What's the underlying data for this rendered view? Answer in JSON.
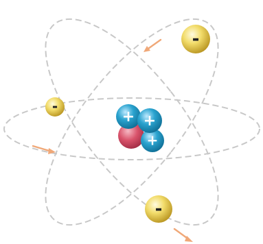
{
  "diagram": {
    "subject": "atom",
    "colors": {
      "background": "#ffffff",
      "orbit": "#c8c8c8",
      "arrow": "#f0a878",
      "electron": "#f2dc6a",
      "electron_highlight": "#fffbe0",
      "electron_shadow": "#b89420",
      "proton": "#2aa3cf",
      "proton_highlight": "#bfeaff",
      "proton_shadow": "#0e6d94",
      "neutron": "#d9536b",
      "neutron_highlight": "#f6b9c4",
      "neutron_shadow": "#a02c44"
    },
    "orbit_count": 3,
    "nucleus": {
      "protons": [
        {
          "sign": "+"
        },
        {
          "sign": "+"
        },
        {
          "sign": "+"
        }
      ],
      "neutrons": 1
    },
    "electrons": [
      {
        "sign": "-"
      },
      {
        "sign": "-"
      },
      {
        "sign": "-"
      }
    ],
    "arrows": 3
  }
}
